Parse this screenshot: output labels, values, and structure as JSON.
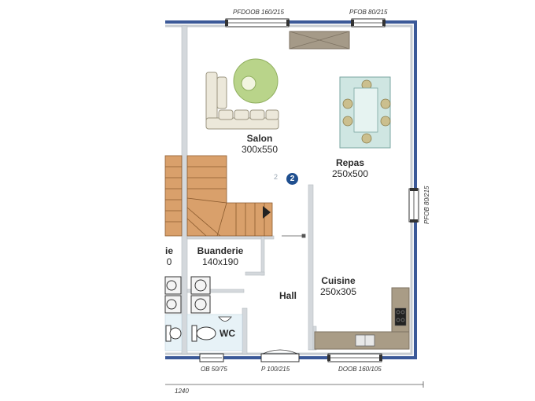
{
  "rooms": {
    "salon": {
      "name": "Salon",
      "dim": "300x550"
    },
    "repas": {
      "name": "Repas",
      "dim": "250x500"
    },
    "buanderie": {
      "name": "Buanderie",
      "dim": "140x190"
    },
    "cuisine": {
      "name": "Cuisine",
      "dim": "250x305"
    },
    "hall": {
      "name": "Hall"
    },
    "wc": {
      "name": "WC"
    },
    "partial_left": {
      "name": "ie",
      "dim": "0"
    }
  },
  "openings": {
    "top_left": "PFDOOB 160/215",
    "top_right": "PFOB 80/215",
    "right": "PFOB 80/215",
    "bottom_ob": "OB 50/75",
    "bottom_p": "P 100/215",
    "bottom_doob": "DOOB 160/105"
  },
  "dimension": "1240",
  "markers": {
    "badge": "2",
    "ghost": "2"
  },
  "colors": {
    "outer_wall": "#3b5998",
    "inner_wall": "#c7ccd1",
    "stairs": "#d9a06b",
    "sofa": "#ece8da",
    "rug": "#b9d48a",
    "table": "#cfe6e2",
    "counter": "#a99c86"
  }
}
